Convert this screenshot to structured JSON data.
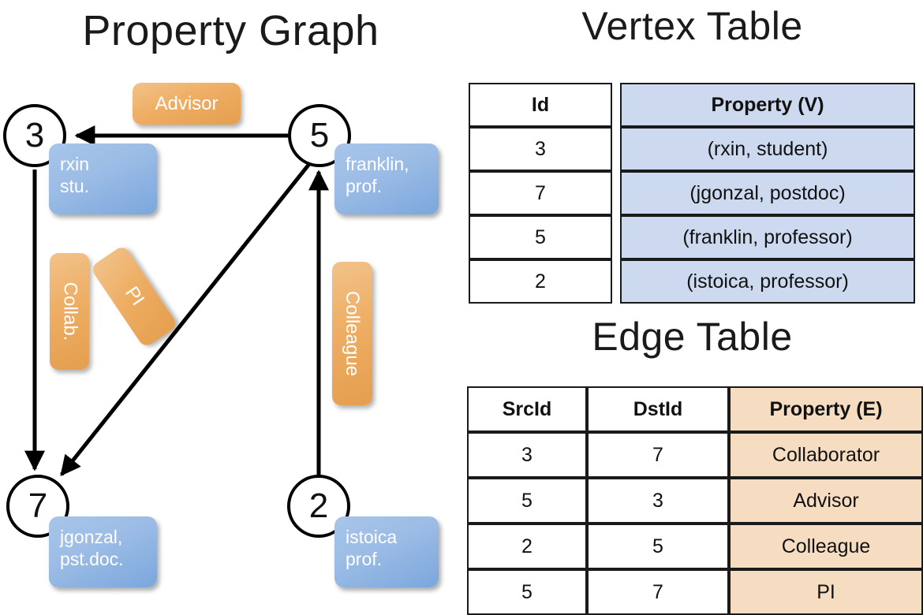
{
  "titles": {
    "property_graph": "Property Graph",
    "vertex_table": "Vertex Table",
    "edge_table": "Edge Table"
  },
  "graph": {
    "nodes": [
      {
        "id": "3",
        "property_lines": [
          "rxin",
          "stu."
        ]
      },
      {
        "id": "5",
        "property_lines": [
          "franklin,",
          "prof."
        ]
      },
      {
        "id": "7",
        "property_lines": [
          "jgonzal,",
          "pst.doc."
        ]
      },
      {
        "id": "2",
        "property_lines": [
          "istoica",
          "prof."
        ]
      }
    ],
    "edge_labels": [
      {
        "name": "advisor-label",
        "text": "Advisor"
      },
      {
        "name": "collab-label",
        "text": "Collab."
      },
      {
        "name": "pi-label",
        "text": "PI"
      },
      {
        "name": "colleague-label",
        "text": "Colleague"
      }
    ]
  },
  "vertex_table": {
    "headers": [
      "Id",
      "Property (V)"
    ],
    "rows": [
      {
        "id": "3",
        "property": "(rxin, student)"
      },
      {
        "id": "7",
        "property": "(jgonzal, postdoc)"
      },
      {
        "id": "5",
        "property": "(franklin, professor)"
      },
      {
        "id": "2",
        "property": "(istoica, professor)"
      }
    ]
  },
  "edge_table": {
    "headers": [
      "SrcId",
      "DstId",
      "Property (E)"
    ],
    "rows": [
      {
        "src": "3",
        "dst": "7",
        "property": "Collaborator"
      },
      {
        "src": "5",
        "dst": "3",
        "property": "Advisor"
      },
      {
        "src": "2",
        "dst": "5",
        "property": "Colleague"
      },
      {
        "src": "5",
        "dst": "7",
        "property": "PI"
      }
    ]
  },
  "colors": {
    "vertex_property_box": "#9dbde6",
    "edge_property_box": "#eeae64",
    "vertex_table_fill": "#ccd9ef",
    "edge_table_fill": "#f6ddc2",
    "stroke": "#000000"
  }
}
